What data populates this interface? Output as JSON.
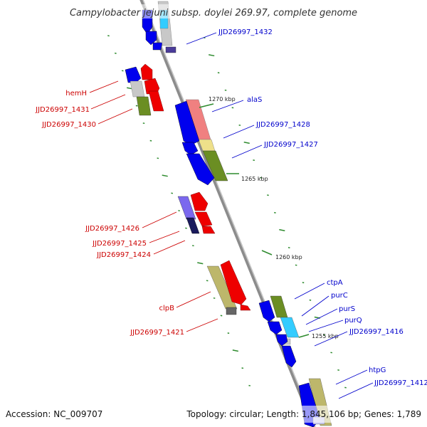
{
  "title": "Campylobacter jejuni subsp. doylei 269.97, complete genome",
  "footer": {
    "accession": "Accession: NC_009707",
    "summary": "Topology: circular; Length: 1,845,106 bp; Genes: 1,789"
  },
  "scale_labels": [
    "1270 kbp",
    "1265 kbp",
    "1260 kbp",
    "1255 kbp"
  ],
  "colors": {
    "forward_label": "#0000cc",
    "reverse_label": "#cc0000",
    "backbone": "#8c8c8c",
    "tick": "#2e8b2e"
  },
  "labels_left": [
    "hemH",
    "JJD26997_1431",
    "JJD26997_1430",
    "JJD26997_1426",
    "JJD26997_1425",
    "JJD26997_1424",
    "clpB",
    "JJD26997_1421"
  ],
  "labels_right": [
    "JJD26997_1432",
    "alaS",
    "JJD26997_1428",
    "JJD26997_1427",
    "ctpA",
    "purC",
    "purS",
    "purQ",
    "JJD26997_1416",
    "htpG",
    "JJD26997_1412"
  ]
}
